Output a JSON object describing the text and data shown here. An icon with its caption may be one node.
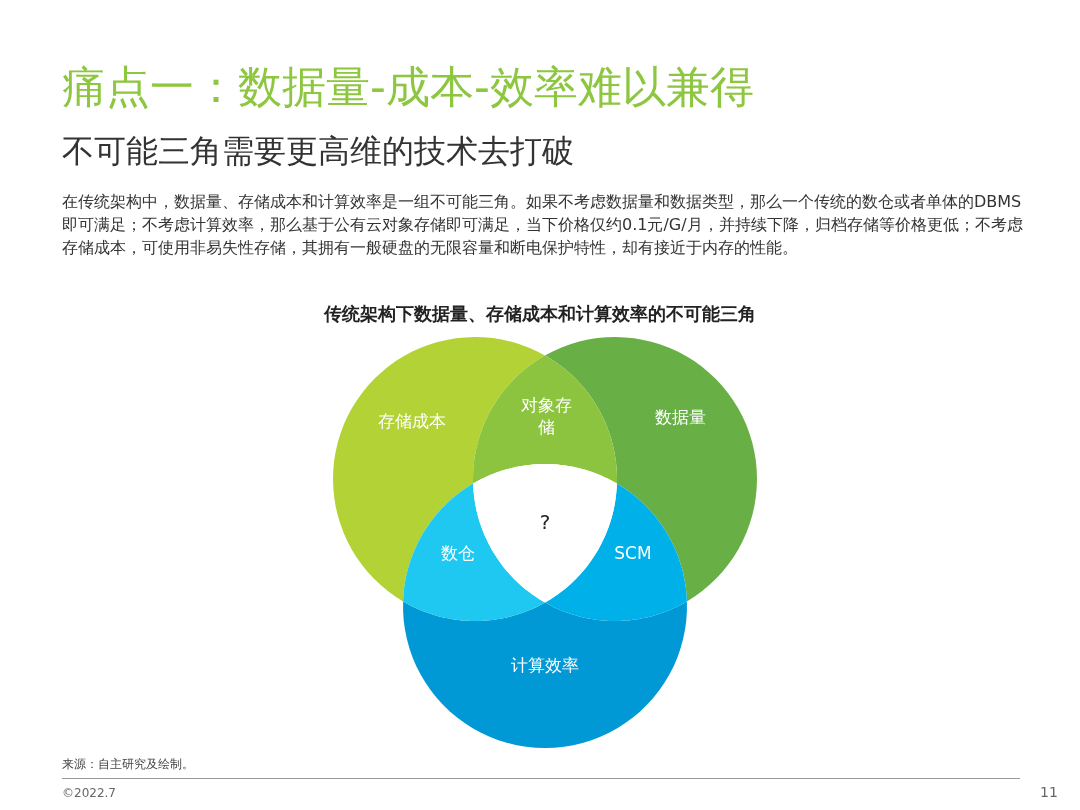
{
  "diagram": {
    "title": "痛点一：数据量-成本-效率难以兼得",
    "nodes": [
      {
        "text": [
          "存储成本"
        ]
      },
      {
        "text": [
          "数据量"
        ]
      },
      {
        "text": [
          "计算效率"
        ]
      },
      {
        "text": [
          "对象存储"
        ]
      },
      {
        "text": [
          "数仓"
        ]
      },
      {
        "text": [
          "SCM"
        ]
      },
      {
        "text": [
          "?"
        ]
      }
    ],
    "labels": [
      "不可能三角需要更高维的技术去打破",
      "在传统架构中，数据量、存储成本和计算效率是一组不可能三角。如果不考虑数据量和数据类型，那么一个传统的数仓或者单体的DBMS即可满足；不考虑计算效率，那么基于公有云对象存储即可满足，当下价格仅约0.1元/G/月，并持续下降，归档存储等价格更低；不考虑存储成本，可使用非易失性存储，其拥有一般硬盘的无限容量和断电保护特性，却有接近于内存的性能。",
      "传统架构下数据量、存储成本和计算效率的不可能三角",
      "来源：自主研究及绘制。",
      "©2022.7",
      "11"
    ]
  }
}
